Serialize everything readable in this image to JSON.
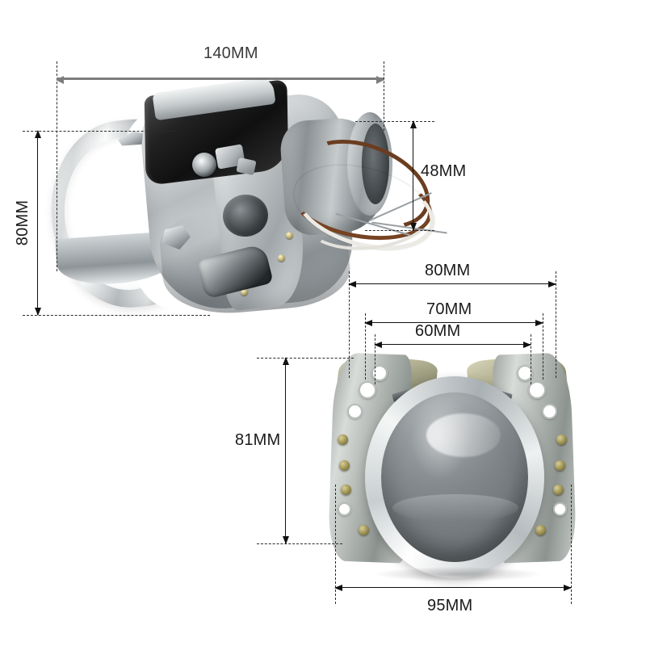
{
  "diagram": {
    "title": "Bi-Xenon Projector Lens Dimension Diagram",
    "background_color": "#ffffff",
    "line_color": "#1a1a1a",
    "accent_line_color": "#7d7d7d",
    "unit": "MM"
  },
  "views": {
    "top": {
      "name": "angled-side-view",
      "description": "Three-quarter view of bi-xenon projector with chrome shroud, black solenoid housing, aluminum body and wire leads"
    },
    "bottom": {
      "name": "front-view",
      "description": "Front view of projector showing smoked glass lens in chrome ring with riveted mounting brackets"
    }
  },
  "dimensions": {
    "overall_length": {
      "label": "140MM",
      "value": 140,
      "orientation": "horizontal",
      "view": "top"
    },
    "shroud_height": {
      "label": "80MM",
      "value": 80,
      "orientation": "vertical-rotated",
      "view": "top"
    },
    "barrel_height": {
      "label": "48MM",
      "value": 48,
      "orientation": "vertical",
      "view": "top"
    },
    "mount_outer_width": {
      "label": "80MM",
      "value": 80,
      "orientation": "horizontal",
      "view": "bottom"
    },
    "mount_mid_width": {
      "label": "70MM",
      "value": 70,
      "orientation": "horizontal",
      "view": "bottom"
    },
    "mount_inner_width": {
      "label": "60MM",
      "value": 60,
      "orientation": "horizontal",
      "view": "bottom"
    },
    "front_height": {
      "label": "81MM",
      "value": 81,
      "orientation": "vertical",
      "view": "bottom"
    },
    "front_width": {
      "label": "95MM",
      "value": 95,
      "orientation": "horizontal",
      "view": "bottom"
    }
  }
}
